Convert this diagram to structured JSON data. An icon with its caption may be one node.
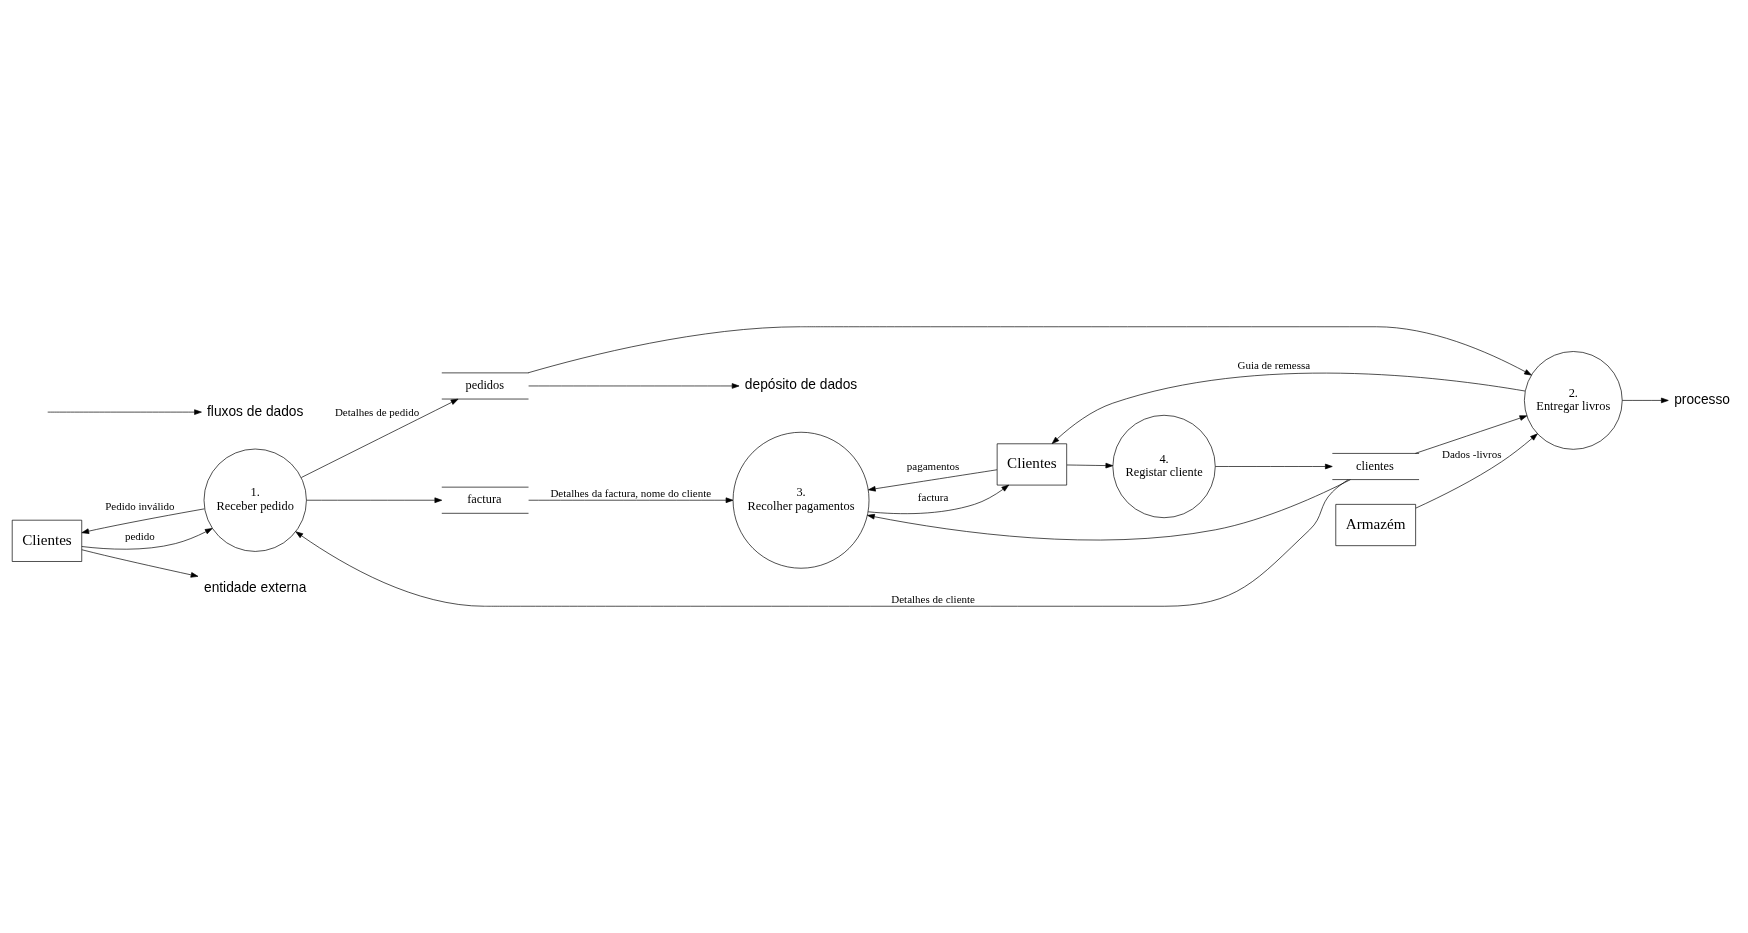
{
  "diagram": {
    "nodes": [
      {
        "text": [
          "Clientes"
        ]
      },
      {
        "text": [
          "1. Receber pedido"
        ]
      },
      {
        "text": [
          "pedidos"
        ]
      },
      {
        "text": [
          "2. Entregar livros"
        ]
      },
      {
        "text": [
          "Armazém"
        ]
      },
      {
        "text": [
          "factura"
        ]
      },
      {
        "text": [
          "clientes"
        ]
      },
      {
        "text": [
          "4. Registar cliente"
        ]
      },
      {
        "text": [
          "3. Recolher pagamentos"
        ]
      },
      {
        "text": [
          "Clientes"
        ]
      },
      {
        "text": [
          "entidade externa"
        ]
      },
      {
        "text": [
          "depósito de dados"
        ]
      },
      {
        "text": [
          "processo"
        ]
      },
      {
        "text": [
          "fluxos de dados"
        ]
      }
    ],
    "edges": [
      {
        "from": 0,
        "to": 1,
        "arrow": "to",
        "label": "pedido"
      },
      {
        "from": 1,
        "to": 0,
        "arrow": "to",
        "label": "Pedido inválido"
      },
      {
        "from": 1,
        "to": 2,
        "arrow": "to",
        "label": "Detalhes de pedido"
      },
      {
        "from": 2,
        "to": 3,
        "arrow": "to"
      },
      {
        "from": 4,
        "to": 3,
        "arrow": "to",
        "label": "Dados -livros"
      },
      {
        "from": 3,
        "to": 9,
        "arrow": "to",
        "label": "Guia de remessa"
      },
      {
        "from": 1,
        "to": 5,
        "arrow": "to"
      },
      {
        "from": 6,
        "to": 1,
        "arrow": "to",
        "label": "Detalhes de cliente"
      },
      {
        "from": 6,
        "to": 3,
        "arrow": "to"
      },
      {
        "from": 7,
        "to": 6,
        "arrow": "to"
      },
      {
        "from": 9,
        "to": 7,
        "arrow": "to"
      },
      {
        "from": 5,
        "to": 8,
        "arrow": "to",
        "label": "Detalhes da factura, nome do cliente"
      },
      {
        "from": 6,
        "to": 8,
        "arrow": "to"
      },
      {
        "from": 8,
        "to": 9,
        "arrow": "to",
        "label": "factura"
      },
      {
        "from": 9,
        "to": 8,
        "arrow": "to",
        "label": "pagamentos"
      },
      {
        "from": 0,
        "to": 10,
        "arrow": "to"
      },
      {
        "from": 2,
        "to": 11,
        "arrow": "to"
      },
      {
        "from": 3,
        "to": 12,
        "arrow": "to"
      },
      {
        "from": null,
        "to": 13,
        "arrow": "to"
      }
    ]
  }
}
